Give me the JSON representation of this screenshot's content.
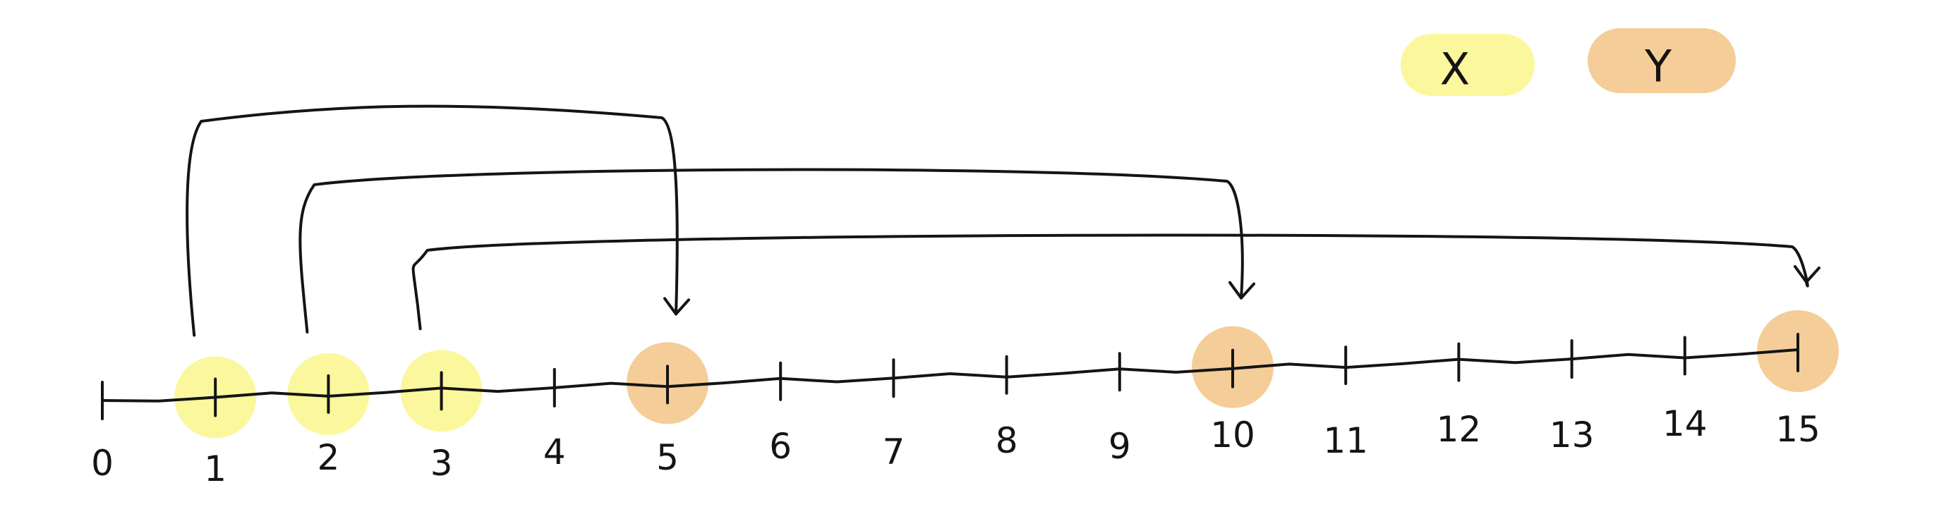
{
  "legend": [
    {
      "label": "X",
      "color": "#fbf79d"
    },
    {
      "label": "Y",
      "color": "#f4cd98"
    }
  ],
  "number_line": {
    "min": 0,
    "max": 15,
    "ticks": [
      {
        "value": 0,
        "label": "0"
      },
      {
        "value": 1,
        "label": "1"
      },
      {
        "value": 2,
        "label": "2"
      },
      {
        "value": 3,
        "label": "3"
      },
      {
        "value": 4,
        "label": "4"
      },
      {
        "value": 5,
        "label": "5"
      },
      {
        "value": 6,
        "label": "6"
      },
      {
        "value": 7,
        "label": "7"
      },
      {
        "value": 8,
        "label": "8"
      },
      {
        "value": 9,
        "label": "9"
      },
      {
        "value": 10,
        "label": "10"
      },
      {
        "value": 11,
        "label": "11"
      },
      {
        "value": 12,
        "label": "12"
      },
      {
        "value": 13,
        "label": "13"
      },
      {
        "value": 14,
        "label": "14"
      },
      {
        "value": 15,
        "label": "15"
      }
    ],
    "highlight_x": [
      1,
      2,
      3
    ],
    "highlight_y": [
      5,
      10,
      15
    ]
  },
  "mappings": [
    {
      "from": 1,
      "to": 5
    },
    {
      "from": 2,
      "to": 10
    },
    {
      "from": 3,
      "to": 15
    }
  ]
}
